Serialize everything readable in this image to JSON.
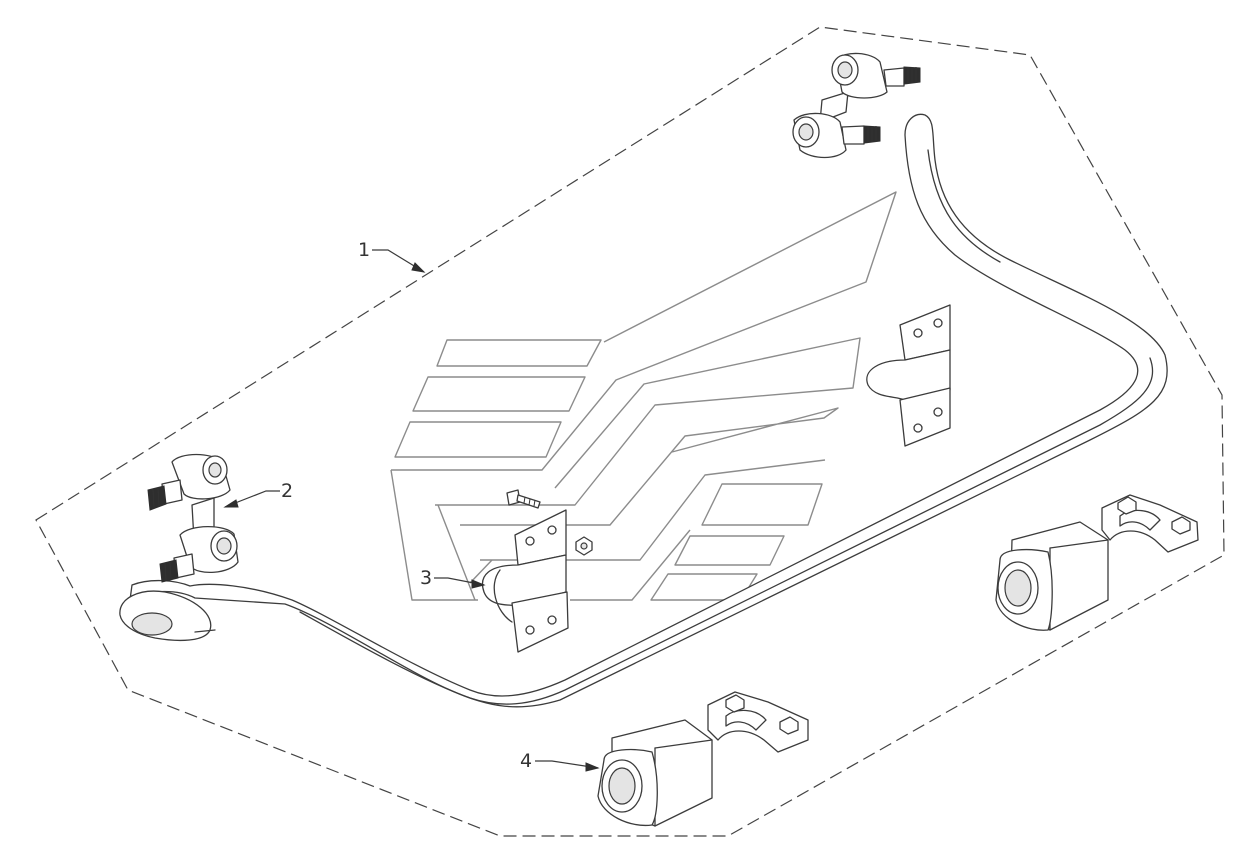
{
  "callouts": [
    {
      "id": "1",
      "label": "1"
    },
    {
      "id": "2",
      "label": "2"
    },
    {
      "id": "3",
      "label": "3"
    },
    {
      "id": "4",
      "label": "4"
    }
  ],
  "colors": {
    "line": "#3c3c3c",
    "watermark": "#8c8c8c",
    "background": "#ffffff"
  },
  "icons": [
    "stabilizer-bar",
    "ball-joint-link",
    "mounting-bracket",
    "rubber-bushing",
    "bushing-clamp",
    "bolt",
    "nut",
    "watermark-logo"
  ]
}
